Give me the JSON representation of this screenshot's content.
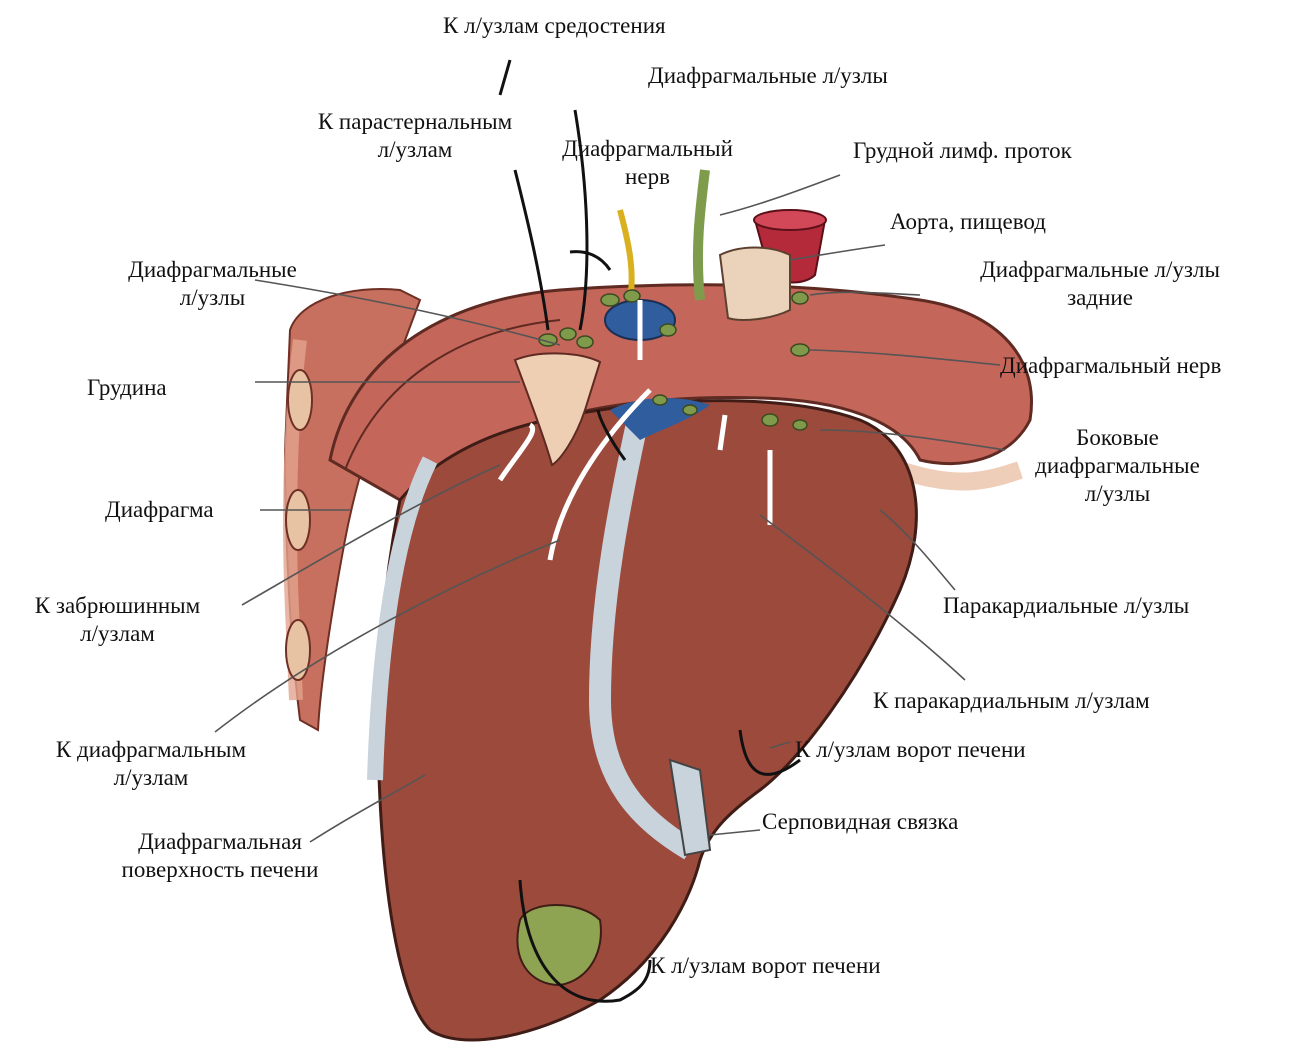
{
  "labels": {
    "mediastinum": "К л/узлам средостения",
    "diaphragm_nodes_top": "Диафрагмальные л/узлы",
    "parasternal_1": "К парастернальным",
    "parasternal_2": "л/узлам",
    "phrenic_nerve_top_1": "Диафрагмальный",
    "phrenic_nerve_top_2": "нерв",
    "thoracic_duct": "Грудной лимф. проток",
    "aorta_esophagus": "Аорта, пищевод",
    "diaphragm_nodes_left_1": "Диафрагмальные",
    "diaphragm_nodes_left_2": "л/узлы",
    "posterior_nodes_1": "Диафрагмальные л/узлы",
    "posterior_nodes_2": "задние",
    "sternum": "Грудина",
    "phrenic_nerve_right": "Диафрагмальный нерв",
    "lateral_nodes_1": "Боковые",
    "lateral_nodes_2": "диафрагмальные",
    "lateral_nodes_3": "л/узлы",
    "diaphragm": "Диафрагма",
    "retroperitoneal_1": "К забрюшинным",
    "retroperitoneal_2": "л/узлам",
    "paracardial_nodes": "Паракардиальные л/узлы",
    "to_paracardial": "К паракардиальным л/узлам",
    "to_diaphragm_nodes_1": "К диафрагмальным",
    "to_diaphragm_nodes_2": "л/узлам",
    "porta_hepatis_1": "К л/узлам ворот печени",
    "diaphragmatic_surface_1": "Диафрагмальная",
    "diaphragmatic_surface_2": "поверхность печени",
    "falciform_ligament": "Серповидная связка",
    "porta_hepatis_2": "К л/узлам ворот печени"
  },
  "colors": {
    "liver": "#9b4a3c",
    "liver_dark": "#7a3328",
    "diaphragm": "#c4665a",
    "diaphragm_light": "#d98a7a",
    "ligament": "#c9d3db",
    "gallbladder": "#8ea452",
    "node": "#7f9a4a",
    "vessel_blue": "#2f5d9e",
    "aorta": "#b52a3a",
    "esophagus": "#ead2bb",
    "sternum": "#efcfb4",
    "nerve": "#d8b020",
    "duct": "#7f9c4c"
  }
}
